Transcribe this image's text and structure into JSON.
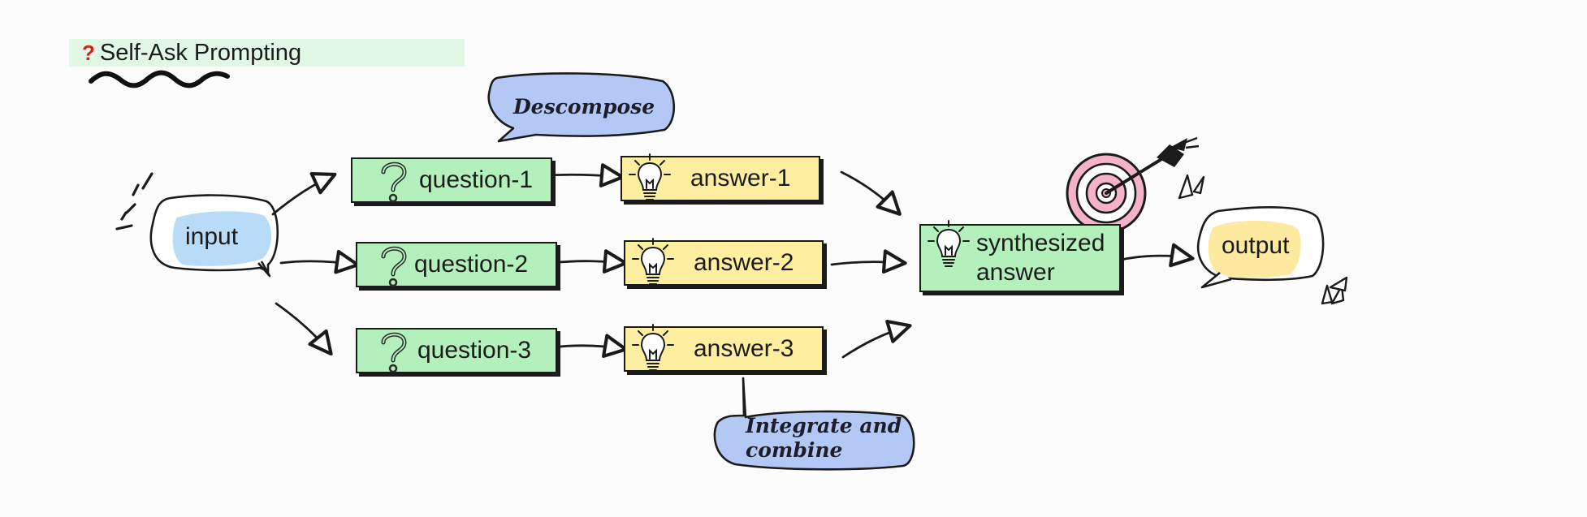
{
  "title": {
    "icon": "question-mark-icon",
    "text": "Self-Ask Prompting"
  },
  "input": {
    "label": "input"
  },
  "output": {
    "label": "output"
  },
  "questions": [
    {
      "label": "question-1",
      "icon": "question-mark-icon"
    },
    {
      "label": "question-2",
      "icon": "question-mark-icon"
    },
    {
      "label": "question-3",
      "icon": "question-mark-icon"
    }
  ],
  "answers": [
    {
      "label": "answer-1",
      "icon": "lightbulb-icon"
    },
    {
      "label": "answer-2",
      "icon": "lightbulb-icon"
    },
    {
      "label": "answer-3",
      "icon": "lightbulb-icon"
    }
  ],
  "synthesized": {
    "line1": "synthesized",
    "line2": "answer",
    "icon": "lightbulb-icon"
  },
  "callouts": {
    "decompose": "Descompose",
    "integrate_line1": "Integrate and",
    "integrate_line2": "combine"
  },
  "decorations": {
    "target": "target-with-dart-icon"
  },
  "colors": {
    "question_box": "#b3f0bc",
    "answer_box": "#fdeea0",
    "callout_bubble": "#b4c8f6",
    "input_fill": "#b8dcf8",
    "output_fill": "#fde9a0",
    "title_bar": "#e0f8e4",
    "target_pink": "#f4b3c8"
  }
}
